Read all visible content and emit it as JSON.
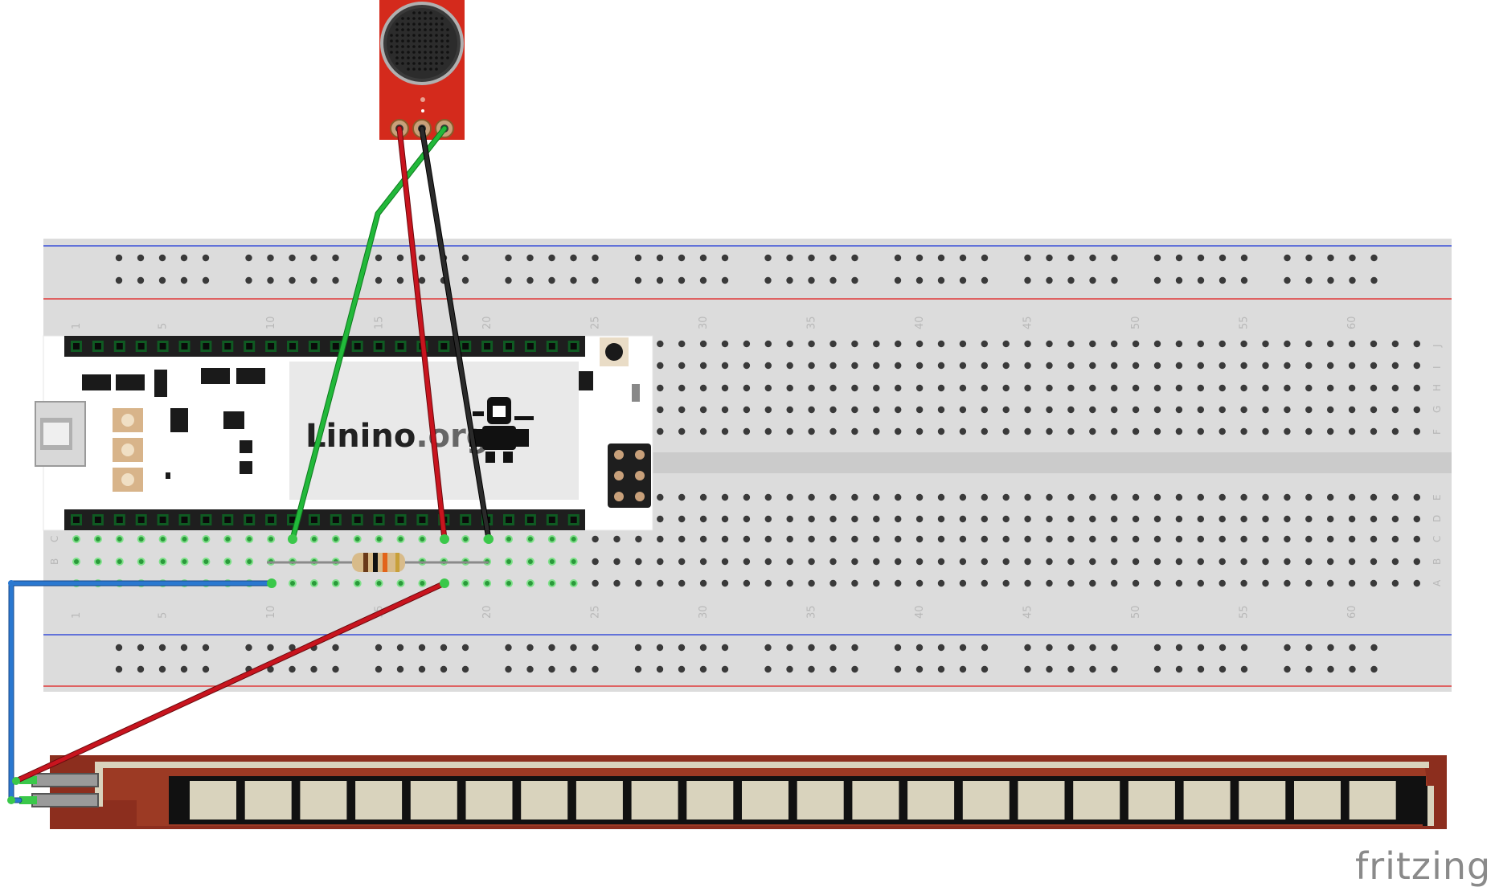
{
  "board": {
    "logo_main": "Linino",
    "logo_suffix": ".org"
  },
  "breadboard": {
    "column_numbers": [
      "1",
      "5",
      "10",
      "15",
      "20",
      "25",
      "30",
      "35",
      "40",
      "45",
      "50",
      "55",
      "60"
    ],
    "rows_top": [
      "J",
      "I",
      "H",
      "G",
      "F"
    ],
    "rows_bottom": [
      "E",
      "D",
      "C",
      "B",
      "A"
    ],
    "rows_left_partial": [
      "C",
      "B"
    ]
  },
  "watermark": "fritzing",
  "colors": {
    "breadboard": "#dcdcdc",
    "rail_blue": "#3a4ed8",
    "rail_red": "#e03a3a",
    "wire_green": "#22b83a",
    "wire_red": "#c8141e",
    "wire_black": "#1a1a1a",
    "wire_blue": "#2a78d0",
    "mic_board": "#d42a1c",
    "flex_sensor": "#8c2e1e",
    "flex_pad": "#d9d3bd"
  }
}
